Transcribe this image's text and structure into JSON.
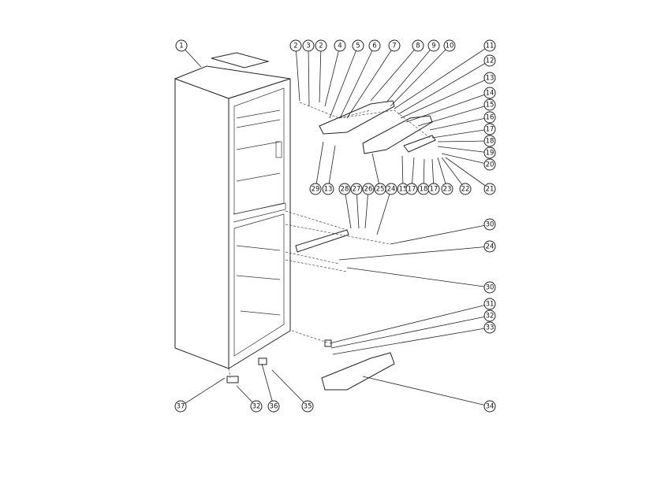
{
  "diagram": {
    "type": "exploded-parts-view",
    "subject": "refrigerator",
    "callouts": [
      "1",
      "2",
      "3",
      "2",
      "4",
      "5",
      "6",
      "7",
      "8",
      "9",
      "10",
      "11",
      "12",
      "13",
      "14",
      "15",
      "16",
      "17",
      "18",
      "19",
      "20",
      "21",
      "29",
      "13",
      "28",
      "27",
      "26",
      "25",
      "24",
      "15",
      "17",
      "18",
      "17",
      "23",
      "22",
      "30",
      "24",
      "30",
      "31",
      "32",
      "33",
      "34",
      "37",
      "32",
      "36",
      "35"
    ]
  }
}
